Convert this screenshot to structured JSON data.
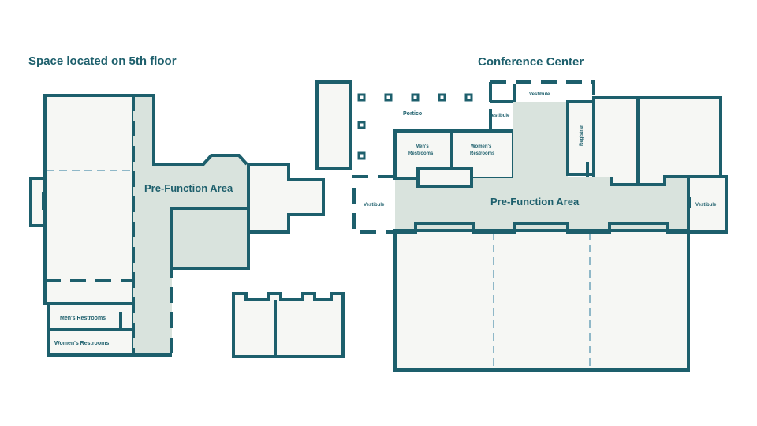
{
  "left_plan": {
    "title": "Space located on 5th floor",
    "pre_function": "Pre-Function Area",
    "mens_restrooms": "Men's Restrooms",
    "womens_restrooms": "Women's Restrooms"
  },
  "right_plan": {
    "title": "Conference Center",
    "portico": "Portico",
    "vestibule_top": "Vestibule",
    "vestibule_mid": "Vestibule",
    "vestibule_left": "Vestibule",
    "vestibule_right": "Vestibule",
    "mens_restrooms_line1": "Men's",
    "mens_restrooms_line2": "Restrooms",
    "womens_restrooms_line1": "Women's",
    "womens_restrooms_line2": "Restrooms",
    "registrar": "Registrar",
    "pre_function": "Pre-Function Area"
  },
  "colors": {
    "wall": "#1d5f6c",
    "room_fill": "#f6f7f4",
    "pre_function_fill": "#d9e3dd",
    "divider_light": "#8fb8c8"
  }
}
